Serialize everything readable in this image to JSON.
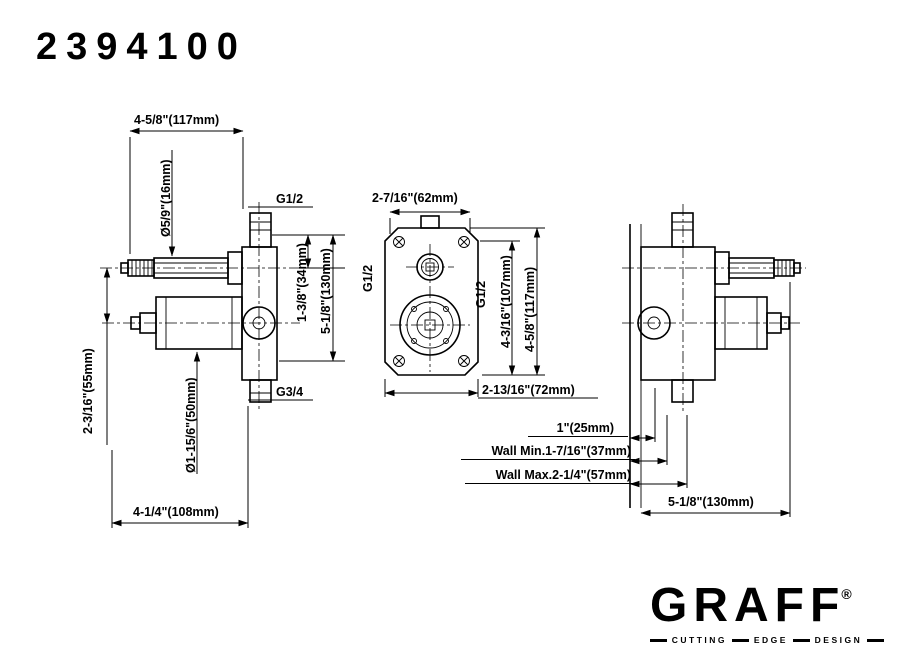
{
  "title": "2394100",
  "views": {
    "left": {
      "dim_top_width": "4-5/8\"(117mm)",
      "dim_handle_dia": "Ø5/9\"(16mm)",
      "port_top": "G1/2",
      "port_bottom": "G3/4",
      "dim_center_offset": "1-3/8\"(34mm)",
      "dim_height": "5-1/8\"(130mm)",
      "dim_center_spacing": "2-3/16\"(55mm)",
      "dim_volume_dia": "Ø1-15/6\"(50mm)",
      "dim_bottom_width": "4-1/4\"(108mm)"
    },
    "front": {
      "dim_top_width": "2-7/16\"(62mm)",
      "port_left": "G1/2",
      "port_right": "G1/2",
      "dim_height_inner": "4-3/16\"(107mm)",
      "dim_height_outer": "4-5/8\"(117mm)",
      "dim_bottom_width": "2-13/16\"(72mm)"
    },
    "right": {
      "dim_depth": "1\"(25mm)",
      "dim_wall_min": "Wall Min.1-7/16\"(37mm)",
      "dim_wall_max": "Wall Max.2-1/4\"(57mm)",
      "dim_width": "5-1/8\"(130mm)"
    }
  },
  "logo": {
    "brand": "GRAFF",
    "registered": "®",
    "tagline_words": [
      "CUTTING",
      "EDGE",
      "DESIGN"
    ]
  }
}
